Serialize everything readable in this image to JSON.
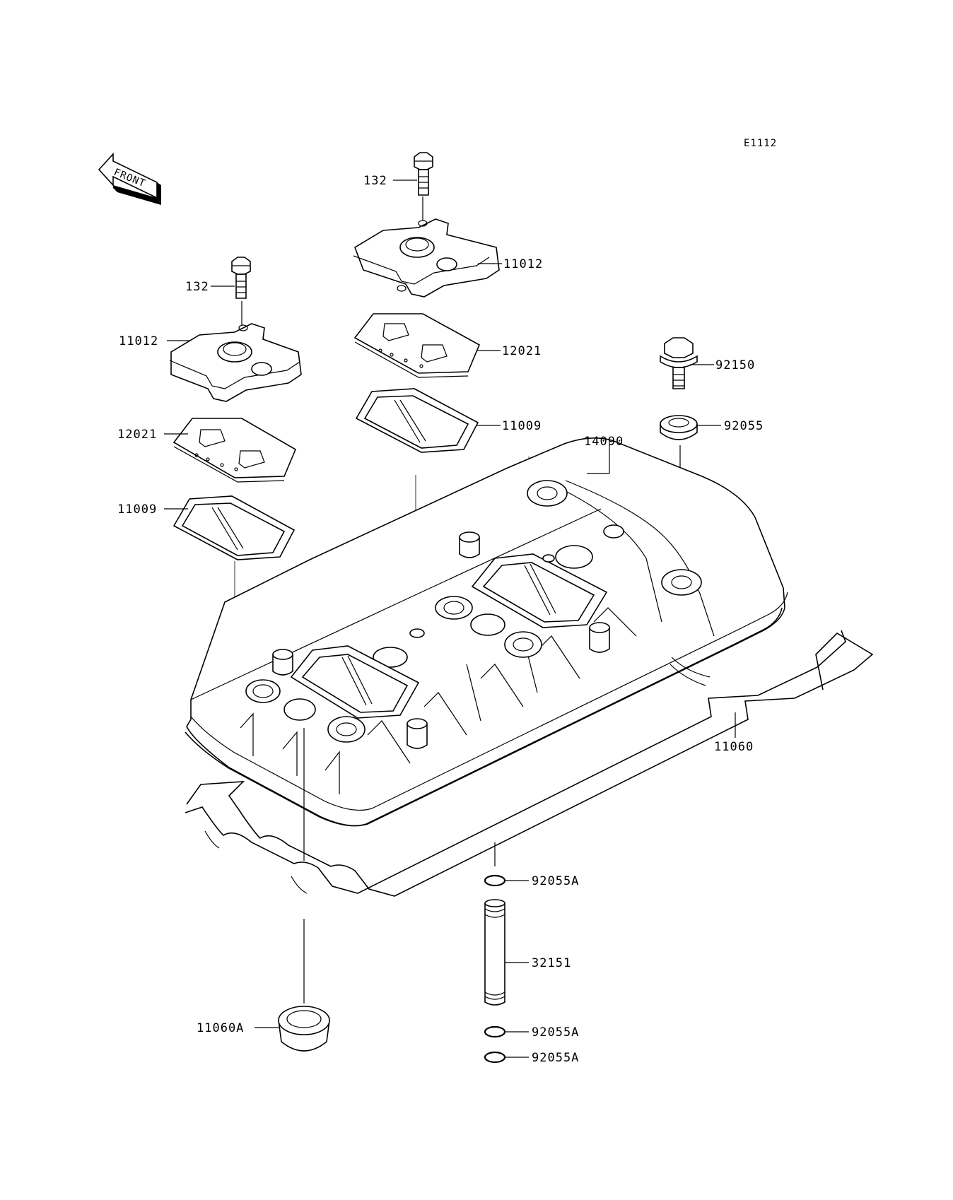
{
  "diagram": {
    "reference_code": "E1112",
    "front_label": "FRONT",
    "watermark_color": "#e8b4b4",
    "labels": {
      "bolt_132_right": "132",
      "bolt_132_left": "132",
      "plate_11012_right": "11012",
      "plate_11012_left": "11012",
      "plate_12021_right": "12021",
      "plate_12021_left": "12021",
      "gasket_11009_right": "11009",
      "gasket_11009_left": "11009",
      "bolt_92150": "92150",
      "washer_92055": "92055",
      "cover_14090": "14090",
      "gasket_11060": "11060",
      "oring_92055a_top": "92055A",
      "pipe_32151": "32151",
      "oring_92055a_mid": "92055A",
      "oring_92055a_bottom": "92055A",
      "seal_11060a": "11060A"
    }
  }
}
